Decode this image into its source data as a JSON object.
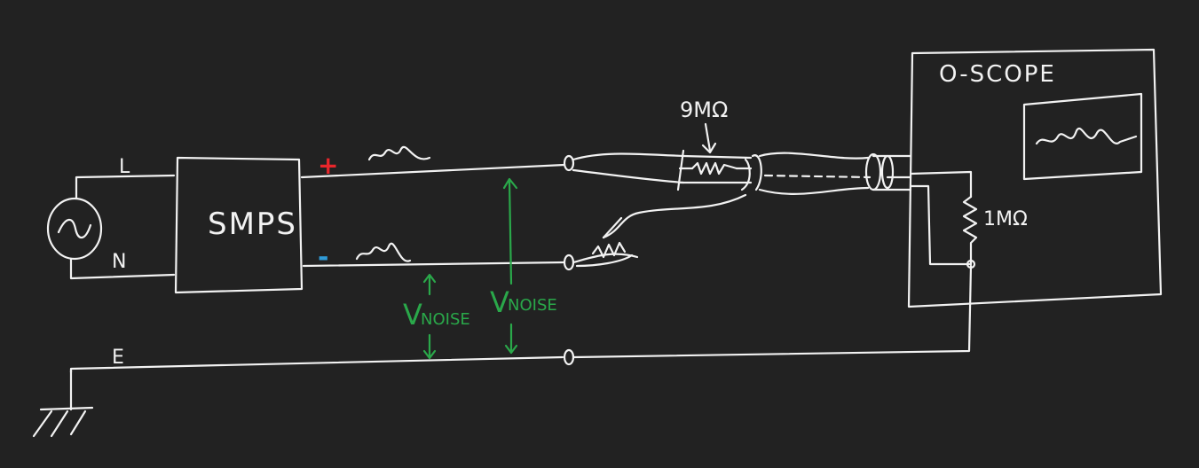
{
  "colors": {
    "background": "#222222",
    "ink": "#f2f2f2",
    "positive": "#e8262b",
    "negative": "#2f9ad6",
    "noise_annotation": "#2aa84a"
  },
  "labels": {
    "line": "L",
    "neutral": "N",
    "earth": "E",
    "smps": "SMPS",
    "plus": "+",
    "minus": "-",
    "probe_resistor": "9MΩ",
    "scope_title": "O-SCOPE",
    "input_resistor": "1MΩ",
    "vnoise_left_main": "V",
    "vnoise_left_sub": "NOISE",
    "vnoise_right_main": "V",
    "vnoise_right_sub": "NOISE"
  },
  "icons": {
    "ac_source": "ac-source-icon",
    "ground": "ground-icon",
    "noise_wave": "noise-wave-icon"
  }
}
